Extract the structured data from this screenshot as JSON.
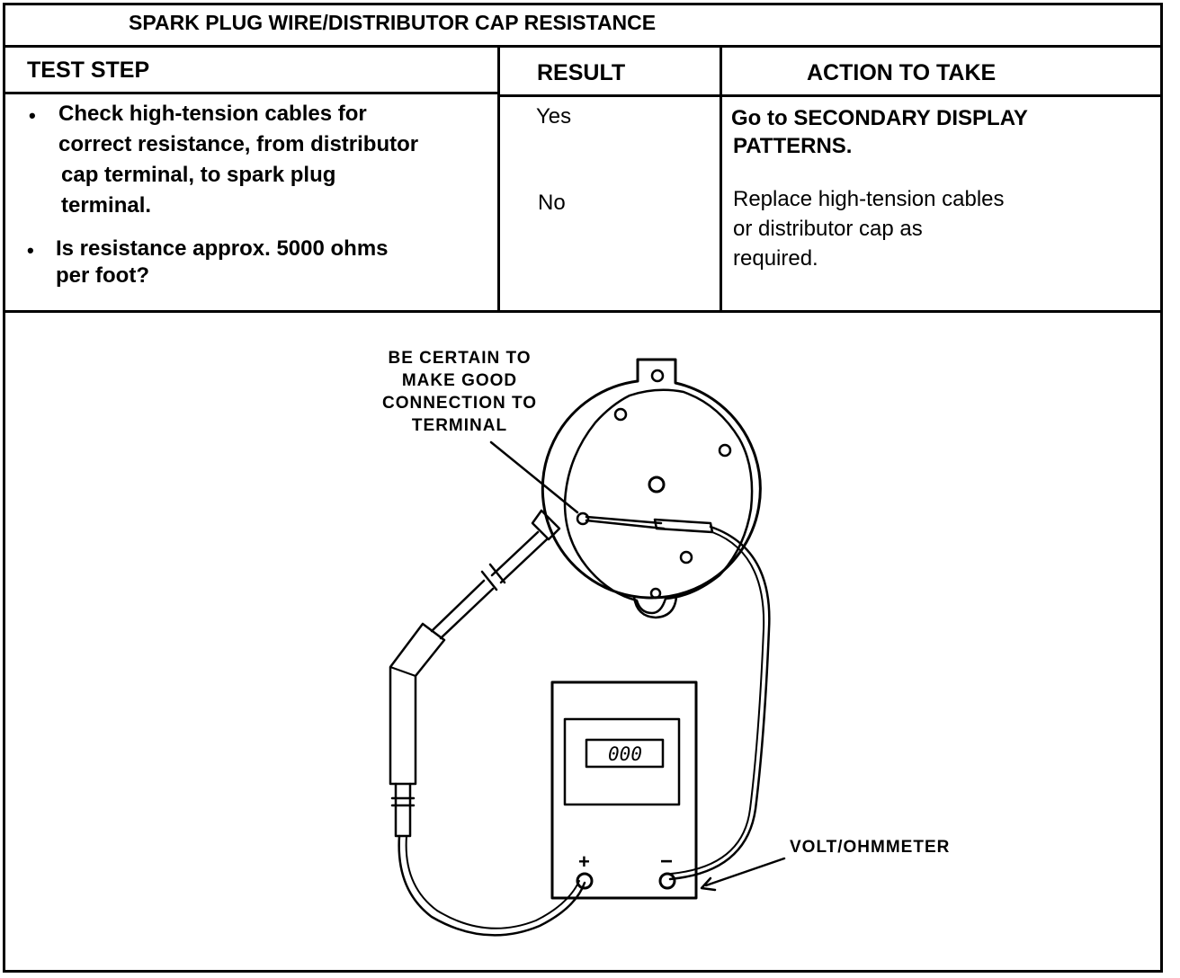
{
  "title": "SPARK PLUG WIRE/DISTRIBUTOR CAP RESISTANCE",
  "headers": {
    "test_step": "TEST STEP",
    "result": "RESULT",
    "action": "ACTION TO TAKE"
  },
  "test_step": {
    "bullet_1": [
      "Check high-tension cables for",
      "correct resistance, from distributor",
      "cap terminal, to spark plug",
      "terminal."
    ],
    "bullet_2": [
      "Is resistance approx. 5000 ohms",
      "per foot?"
    ]
  },
  "results": {
    "yes": "Yes",
    "no": "No"
  },
  "actions": {
    "yes": [
      "Go to SECONDARY DISPLAY",
      "PATTERNS."
    ],
    "no": [
      "Replace high-tension cables",
      "or distributor cap as",
      "required."
    ]
  },
  "diagram": {
    "callout_lines": [
      "BE CERTAIN TO",
      "MAKE GOOD",
      "CONNECTION TO",
      "TERMINAL"
    ],
    "meter_label": "VOLT/OHMMETER",
    "meter_display": "000",
    "plus_symbol": "+",
    "minus_symbol": "−"
  }
}
